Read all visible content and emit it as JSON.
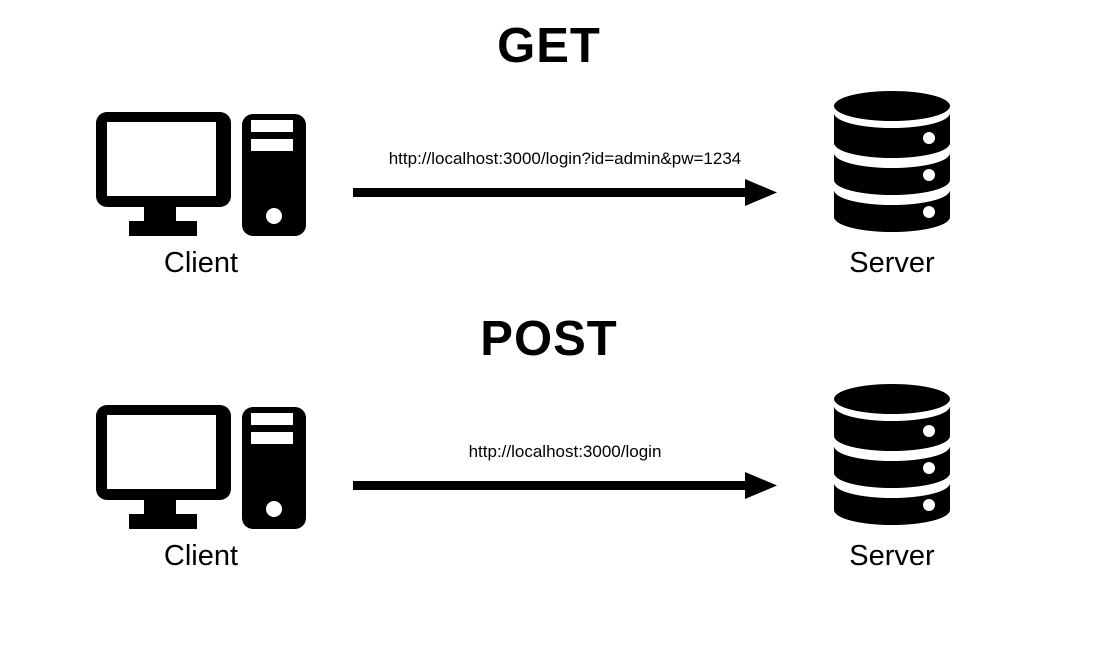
{
  "diagram": {
    "background_color": "#ffffff",
    "ink_color": "#000000",
    "sections": [
      {
        "method": "GET",
        "client": {
          "label": "Client",
          "icon": "desktop-computer-icon"
        },
        "request": {
          "url": "http://localhost:3000/login?id=admin&pw=1234",
          "arrow": "right-arrow-icon"
        },
        "server": {
          "label": "Server",
          "icon": "database-icon"
        }
      },
      {
        "method": "POST",
        "client": {
          "label": "Client",
          "icon": "desktop-computer-icon"
        },
        "request": {
          "url": "http://localhost:3000/login",
          "arrow": "right-arrow-icon"
        },
        "server": {
          "label": "Server",
          "icon": "database-icon"
        }
      }
    ]
  }
}
